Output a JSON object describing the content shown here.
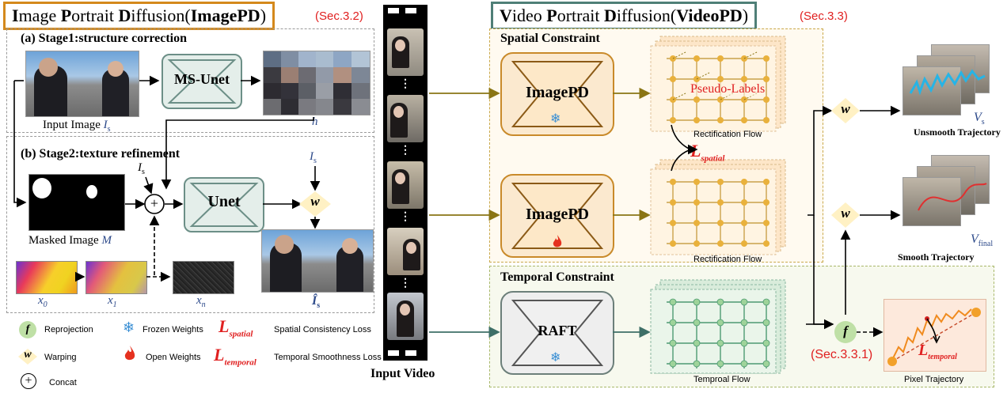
{
  "imagepd": {
    "title_parts": [
      "I",
      "mage ",
      "P",
      "ortrait ",
      "D",
      "iffusion(",
      "ImagePD",
      ")"
    ],
    "sec": "(Sec.3.2)",
    "stage1": "(a) Stage1:structure correction",
    "stage2": "(b) Stage2:texture refinement",
    "ms_unet": "MS-Unet",
    "unet": "Unet",
    "input_image": "Input Image ",
    "input_image_sym": "I",
    "input_image_sub": "s",
    "h": "h",
    "is_sym": "I",
    "is_sub": "s",
    "masked_image": "Masked Image ",
    "masked_sym": "M",
    "x0": "x",
    "x0_sub": "0",
    "x1": "x",
    "x1_sub": "1",
    "xn": "x",
    "xn_sub": "n",
    "ishat": "Î",
    "ishat_sub": "s",
    "warp": "w",
    "plus": "+"
  },
  "legend": {
    "f_glyph": "f",
    "reprojection": "Reprojection",
    "frozen": "Frozen Weights",
    "spatial_sym": "L",
    "spatial_sub": "spatial",
    "spatial_desc": "Spatial Consistency Loss",
    "w_glyph": "w",
    "warping": "Warping",
    "open": "Open Weights",
    "temporal_sym": "L",
    "temporal_sub": "temporal",
    "temporal_desc": "Temporal Smoothness Loss",
    "concat_glyph": "+",
    "concat": "Concat"
  },
  "video": {
    "label": "Input Video",
    "dots": "⋮"
  },
  "videopd": {
    "title_parts": [
      "V",
      "ideo ",
      "P",
      "ortrait ",
      "D",
      "iffusion(",
      "VideoPD",
      ")"
    ],
    "sec": "(Sec.3.3)",
    "spatial_constraint": "Spatial Constraint",
    "temporal_constraint": "Temporal Constraint",
    "imagepd1": "ImagePD",
    "imagepd2": "ImagePD",
    "raft": "RAFT",
    "pseudo_labels": "Pseudo-Labels",
    "rect_flow1": "Rectification Flow",
    "rect_flow2": "Rectification Flow",
    "temporal_flow": "Temproal Flow",
    "loss_spatial_sym": "L",
    "loss_spatial_sub": "spatial",
    "w1": "w",
    "w2": "w",
    "f": "f",
    "sec_331": "(Sec.3.3.1)",
    "unsmooth": "Unsmooth Trajectory",
    "vs_sym": "V",
    "vs_sub": "s",
    "smooth": "Smooth Trajectory",
    "vfinal_sym": "V",
    "vfinal_sub": "final",
    "pixel_traj": "Pixel Trajectory",
    "loss_temporal_sym": "L",
    "loss_temporal_sub": "temporal"
  },
  "colors": {
    "imagepd_border": "#d4891c",
    "videopd_border": "#4f7f77",
    "spatial_bg": "#fffaf0",
    "temporal_bg": "#f7f9ee",
    "gold": "#8a7514",
    "loss_red": "#e02020",
    "warp_fill": "#fff1c4",
    "f_fill": "#bfe0a6"
  }
}
